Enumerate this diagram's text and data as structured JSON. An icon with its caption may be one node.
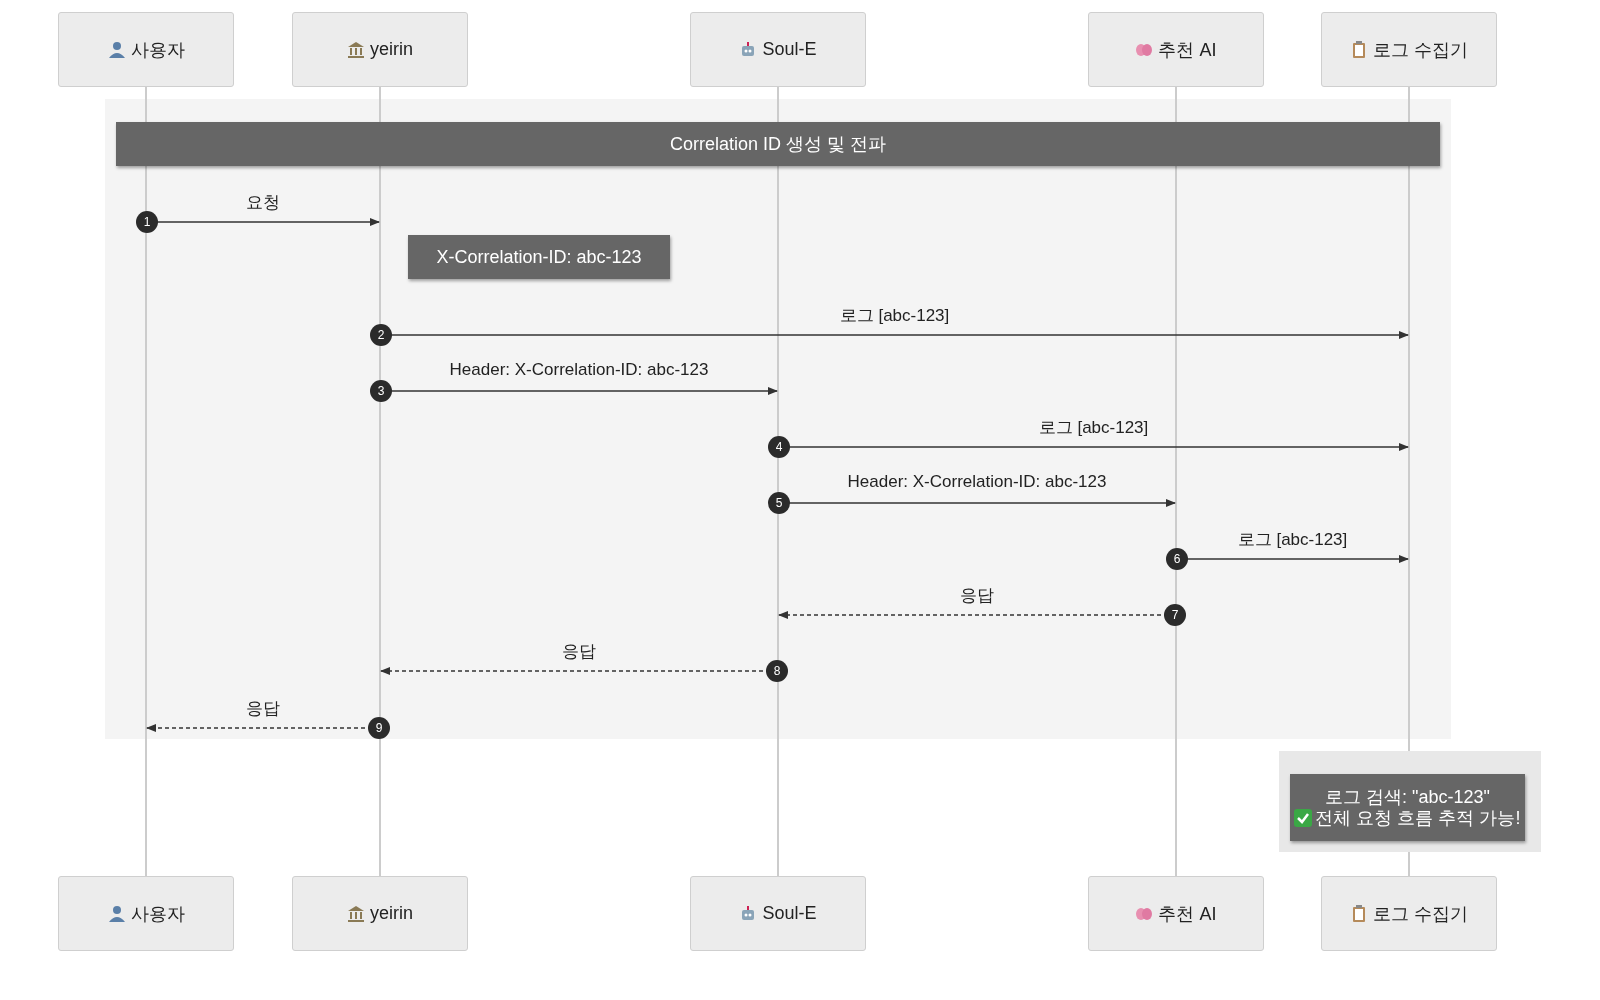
{
  "diagram": {
    "nodes": [
      {
        "text": [
          "사용자"
        ]
      },
      {
        "text": [
          "yeirin"
        ]
      },
      {
        "text": [
          "Soul-E"
        ]
      },
      {
        "text": [
          "추천 AI"
        ]
      },
      {
        "text": [
          "로그 수집기"
        ]
      },
      {
        "text": [],
        "shape": "bar"
      },
      {
        "text": [],
        "shape": "bar"
      },
      {
        "text": [],
        "shape": "bar"
      },
      {
        "text": [],
        "shape": "bar"
      },
      {
        "text": [],
        "shape": "bar"
      },
      {
        "text": [
          "Correlation ID 생성 및 전파"
        ]
      },
      {
        "text": [
          "X-Correlation-ID: abc-123"
        ],
        "in": 10
      },
      {
        "text": [
          "로그 검색: \"abc-123\"",
          "전체 요청 흐름 추적 가능!"
        ]
      },
      {
        "text": [
          "사용자"
        ]
      },
      {
        "text": [
          "yeirin"
        ]
      },
      {
        "text": [
          "Soul-E"
        ]
      },
      {
        "text": [
          "추천 AI"
        ]
      },
      {
        "text": [
          "로그 수집기"
        ]
      }
    ],
    "edges": [
      {
        "from": 5,
        "to": 6,
        "arrow": "to",
        "label": "요청"
      },
      {
        "from": 6,
        "to": 9,
        "arrow": "to",
        "label": "로그 [abc-123]"
      },
      {
        "from": 6,
        "to": 7,
        "arrow": "to",
        "label": "Header: X-Correlation-ID: abc-123"
      },
      {
        "from": 7,
        "to": 9,
        "arrow": "to",
        "label": "로그 [abc-123]"
      },
      {
        "from": 7,
        "to": 8,
        "arrow": "to",
        "label": "Header: X-Correlation-ID: abc-123"
      },
      {
        "from": 8,
        "to": 9,
        "arrow": "to",
        "label": "로그 [abc-123]"
      },
      {
        "from": 8,
        "to": 7,
        "arrow": "to",
        "label": "응답",
        "style": "dashed"
      },
      {
        "from": 7,
        "to": 6,
        "arrow": "to",
        "label": "응답",
        "style": "dashed"
      },
      {
        "from": 6,
        "to": 5,
        "arrow": "to",
        "label": "응답",
        "style": "dashed"
      }
    ],
    "labels": [
      "1",
      "2",
      "3",
      "4",
      "5",
      "6",
      "7",
      "8",
      "9"
    ]
  }
}
